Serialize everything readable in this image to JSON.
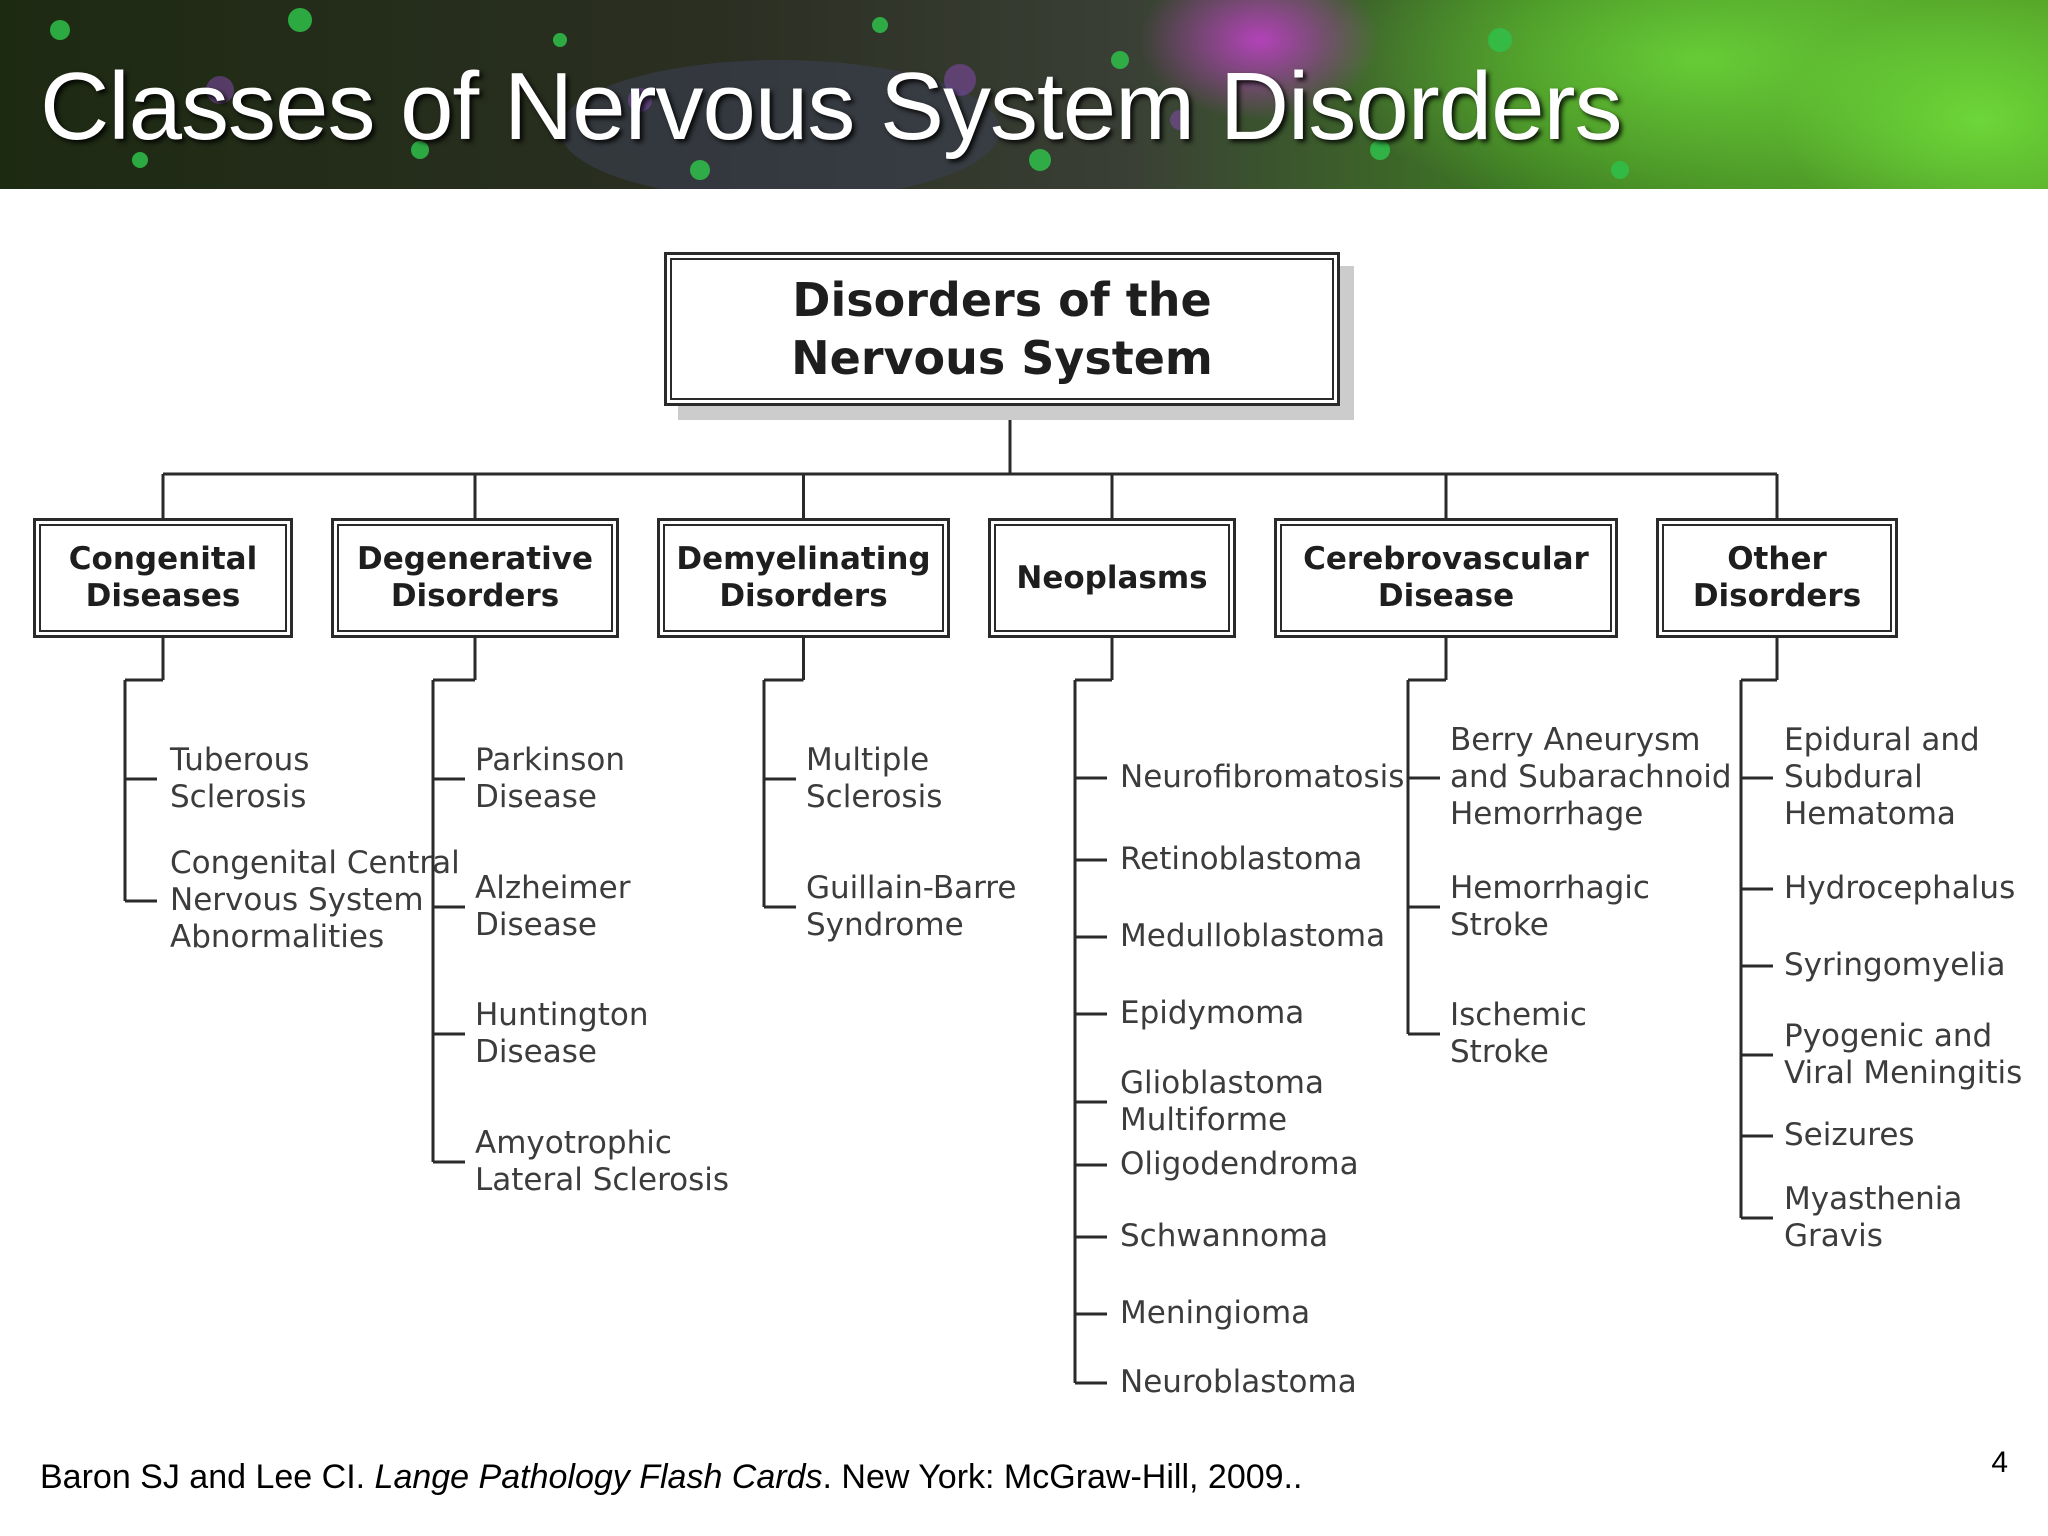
{
  "title": "Classes of Nervous System Disorders",
  "page_number": "4",
  "citation": {
    "authors": "Baron SJ and Lee CI. ",
    "book": "Lange Pathology Flash Cards",
    "publisher": ". New York: McGraw-Hill, 2009.."
  },
  "root": "Disorders of the\nNervous System",
  "categories": [
    {
      "label": "Congenital\nDiseases",
      "items": [
        "Tuberous\nSclerosis",
        "Congenital Central\nNervous System\nAbnormalities"
      ]
    },
    {
      "label": "Degenerative\nDisorders",
      "items": [
        "Parkinson\nDisease",
        "Alzheimer\nDisease",
        "Huntington\nDisease",
        "Amyotrophic\nLateral Sclerosis"
      ]
    },
    {
      "label": "Demyelinating\nDisorders",
      "items": [
        "Multiple\nSclerosis",
        "Guillain-Barre\nSyndrome"
      ]
    },
    {
      "label": "Neoplasms",
      "items": [
        "Neurofibromatosis",
        "Retinoblastoma",
        "Medulloblastoma",
        "Epidymoma",
        "Glioblastoma\nMultiforme",
        "Oligodendroma",
        "Schwannoma",
        "Meningioma",
        "Neuroblastoma"
      ]
    },
    {
      "label": "Cerebrovascular\nDisease",
      "items": [
        "Berry Aneurysm\nand Subarachnoid\nHemorrhage",
        "Hemorrhagic\nStroke",
        "Ischemic\nStroke"
      ]
    },
    {
      "label": "Other\nDisorders",
      "items": [
        "Epidural and\nSubdural\nHematoma",
        "Hydrocephalus",
        "Syringomyelia",
        "Pyogenic and\nViral Meningitis",
        "Seizures",
        "Myasthenia\nGravis"
      ]
    }
  ]
}
